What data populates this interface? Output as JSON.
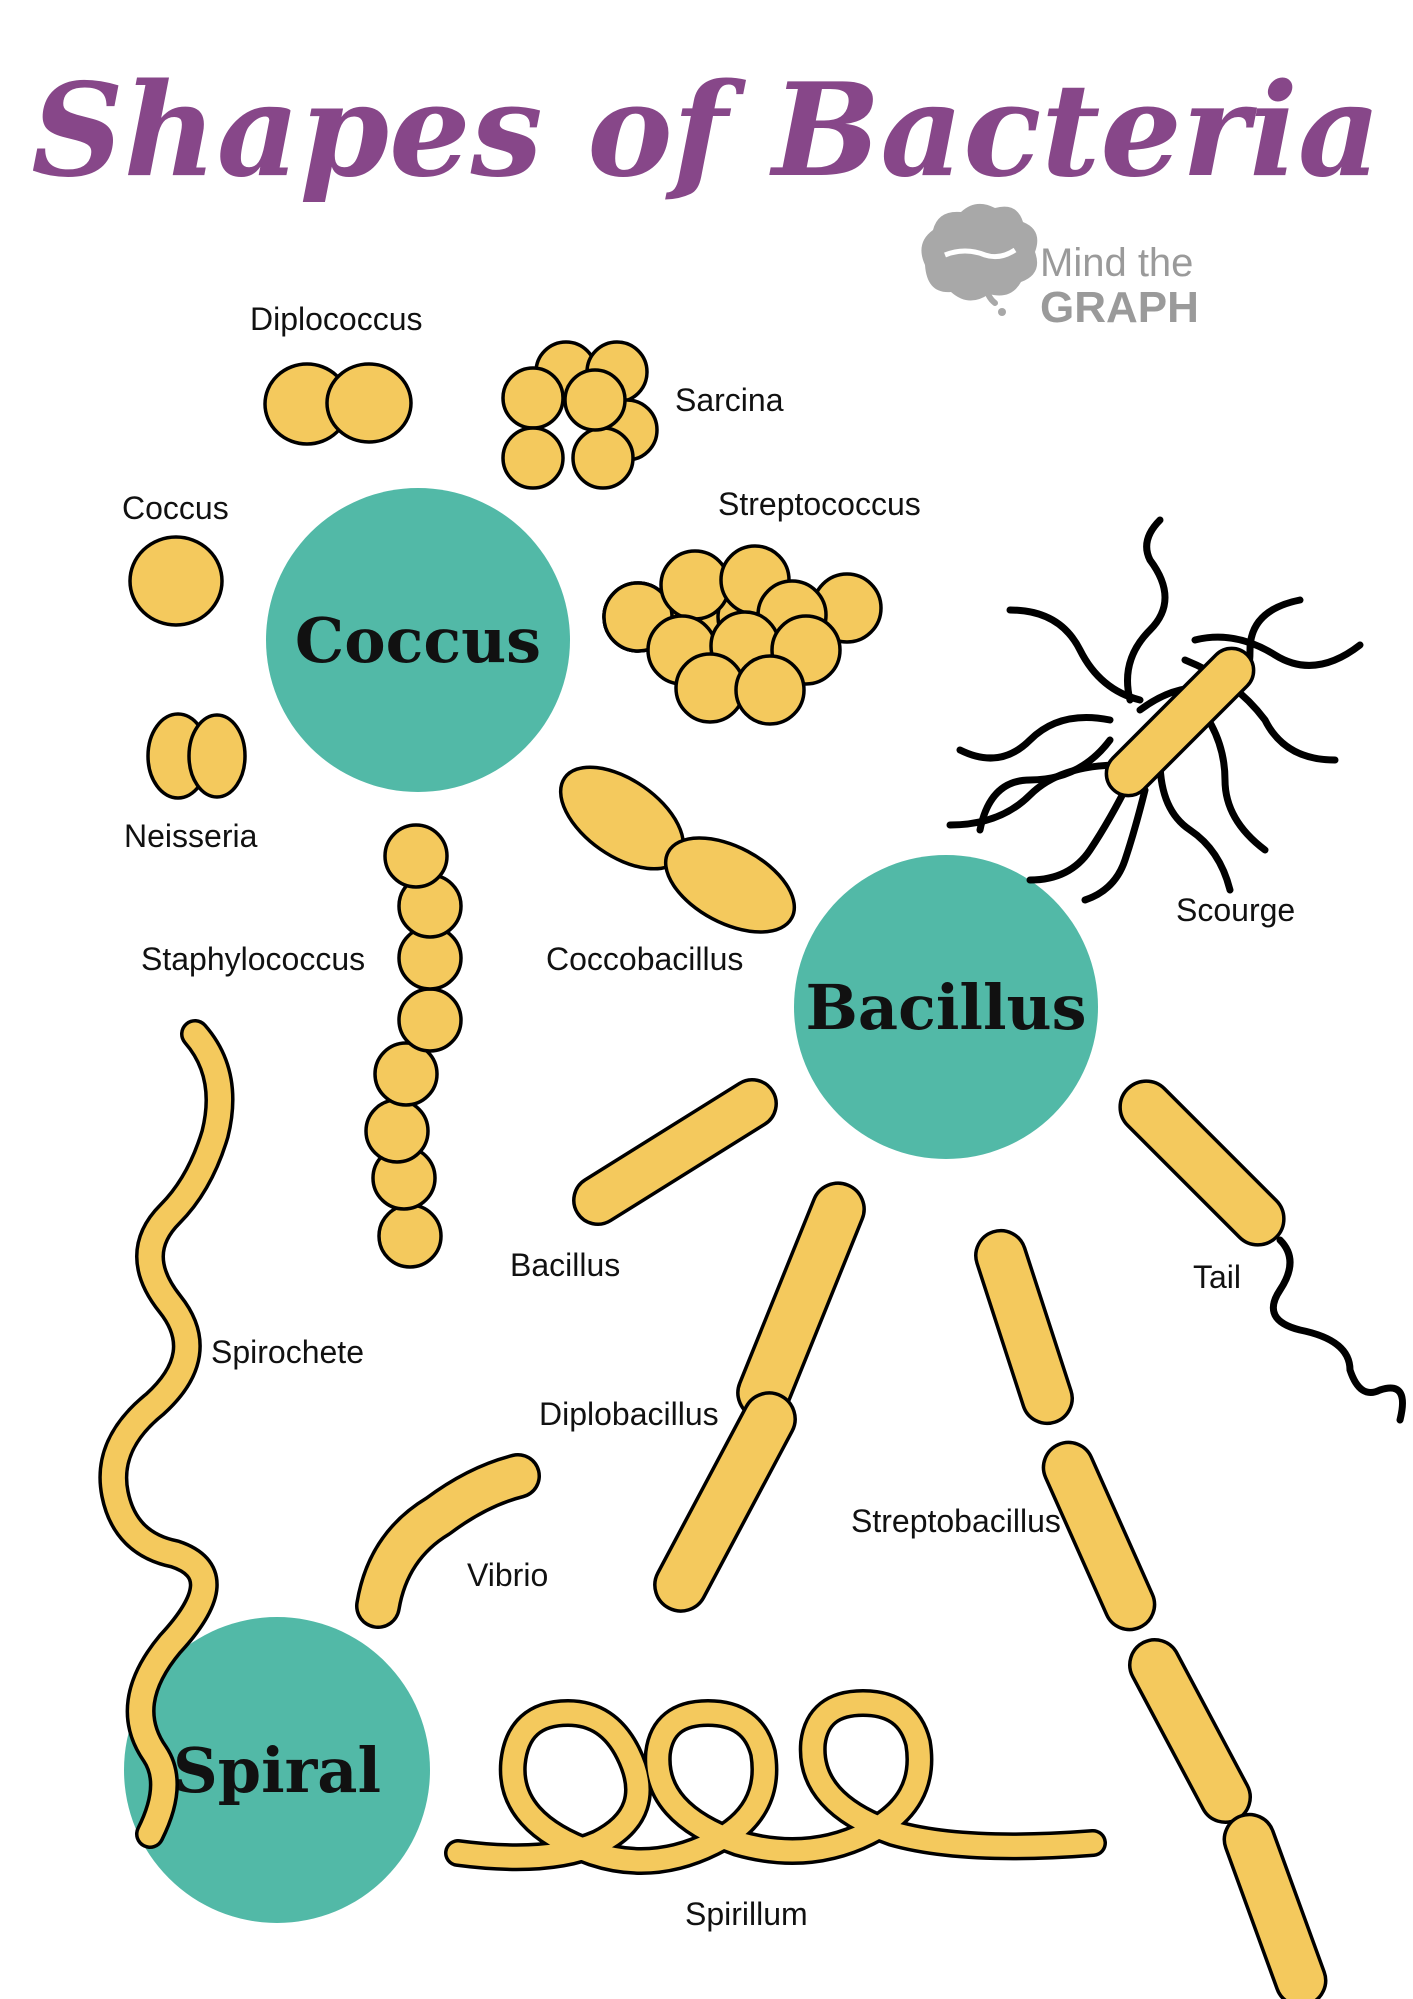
{
  "title": "Shapes of Bacteria",
  "logo": {
    "line1": "Mind the",
    "line2": "GRAPH"
  },
  "categories": {
    "coccus": "Coccus",
    "bacillus": "Bacillus",
    "spiral": "Spiral"
  },
  "labels": {
    "diplococcus": "Diplococcus",
    "sarcina": "Sarcina",
    "coccus": "Coccus",
    "streptococcus": "Streptococcus",
    "neisseria": "Neisseria",
    "staphylococcus": "Staphylococcus",
    "coccobacillus": "Coccobacillus",
    "scourge": "Scourge",
    "bacillus": "Bacillus",
    "tail": "Tail",
    "spirochete": "Spirochete",
    "diplobacillus": "Diplobacillus",
    "streptobacillus": "Streptobacillus",
    "vibrio": "Vibrio",
    "spirillum": "Spirillum"
  },
  "colors": {
    "title": "#874789",
    "category_circle": "#52b9a7",
    "cell_fill": "#f4c95d",
    "cell_outline": "#000000",
    "logo": "#9a9a9a"
  }
}
